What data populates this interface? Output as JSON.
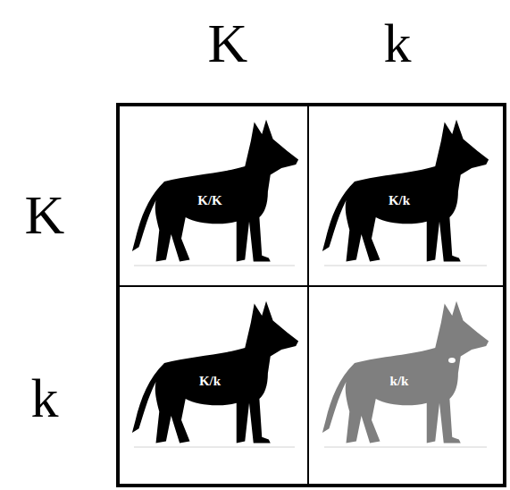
{
  "diagram": {
    "nodes": [
      {
        "text": [
          "K/K"
        ]
      },
      {
        "text": [
          "K/k"
        ]
      },
      {
        "text": [
          "K/k"
        ]
      },
      {
        "text": [
          "k/k"
        ]
      }
    ],
    "labels": [
      "K",
      "k",
      "K",
      "k"
    ]
  }
}
